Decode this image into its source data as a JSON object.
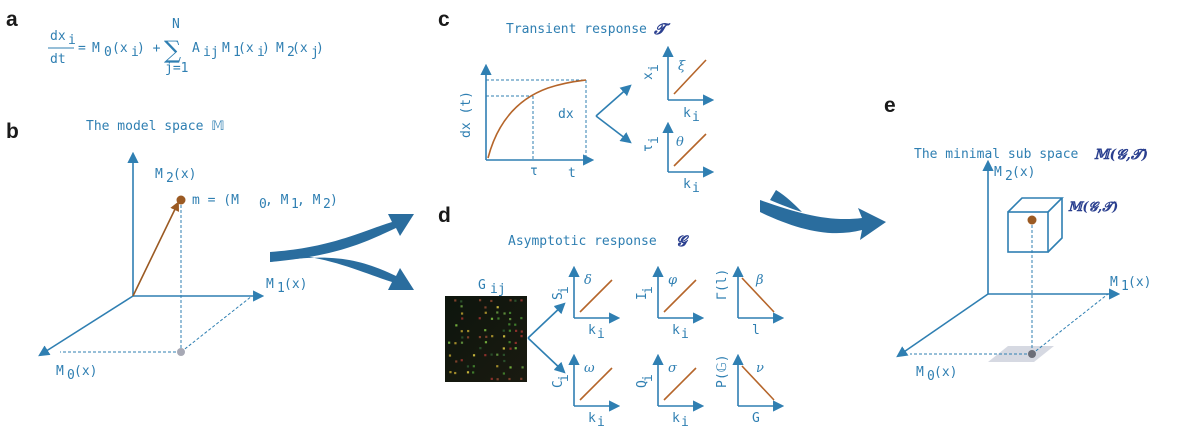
{
  "panel_labels": {
    "a": "a",
    "b": "b",
    "c": "c",
    "d": "d",
    "e": "e"
  },
  "equation": {
    "lhs_num": "dx",
    "lhs_num_sub": "i",
    "lhs_den": "dt",
    "eq": "=",
    "m0": "M",
    "m0_sub": "0",
    "x_i": "(x",
    "x_i_sub": "i",
    "plus": ")  +",
    "sum_top": "N",
    "sum_bottom": "j=1",
    "a": "A",
    "a_sub": "ij",
    "m1": "M",
    "m1_sub": "1",
    "m2": "M",
    "m2_sub": "2",
    "x_j_sub": "j"
  },
  "panel_b": {
    "title": "The model space 𝕄",
    "m2_axis": "M",
    "m2_sub": "2",
    "m2_x": "(x)",
    "m1_axis": "M",
    "m1_sub": "1",
    "m1_x": "(x)",
    "m0_axis": "M",
    "m0_sub": "0",
    "m0_x": "(x)",
    "point_label": "m = (M",
    "point_label_mid1": ", M",
    "point_label_mid2": ", M",
    "point_label_end": ")",
    "sub0": "0",
    "sub1": "1",
    "sub2": "2"
  },
  "panel_c": {
    "title": "Transient response",
    "title_symbol": "𝓣",
    "ylabel": "dx (t)",
    "xlabel": "t",
    "tau": "τ",
    "dx": "dx",
    "mini1": {
      "ylabel": "x",
      "ysub": "i",
      "xlabel": "k",
      "xsub": "i",
      "param": "ξ"
    },
    "mini2": {
      "ylabel": "τ",
      "ysub": "i",
      "xlabel": "k",
      "xsub": "i",
      "param": "θ"
    }
  },
  "panel_d": {
    "title": "Asymptotic response",
    "title_symbol": "𝓖",
    "matrix_label": "G",
    "matrix_sub": "ij",
    "minis": [
      {
        "ylabel": "S",
        "ysub": "i",
        "xlabel": "k",
        "xsub": "i",
        "param": "δ"
      },
      {
        "ylabel": "I",
        "ysub": "i",
        "xlabel": "k",
        "xsub": "i",
        "param": "φ"
      },
      {
        "ylabel": "Γ(l)",
        "ysub": "",
        "xlabel": "l",
        "xsub": "",
        "param": "β"
      },
      {
        "ylabel": "C",
        "ysub": "i",
        "xlabel": "k",
        "xsub": "i",
        "param": "ω"
      },
      {
        "ylabel": "Q",
        "ysub": "i",
        "xlabel": "k",
        "xsub": "i",
        "param": "σ"
      },
      {
        "ylabel": "P(𝔾)",
        "ysub": "",
        "xlabel": "G",
        "xsub": "",
        "param": "ν"
      }
    ]
  },
  "panel_e": {
    "title": "The minimal sub space",
    "title_symbol": "𝕄(𝓖,𝓣)",
    "box_label": "𝕄(𝓖,𝓣)",
    "m2_axis": "M",
    "m2_sub": "2",
    "m2_x": "(x)",
    "m1_axis": "M",
    "m1_sub": "1",
    "m1_x": "(x)",
    "m0_axis": "M",
    "m0_sub": "0",
    "m0_x": "(x)"
  },
  "colors": {
    "axis": "#2f7fb2",
    "curve": "#b5652a",
    "big_arrow": "#2a6d9e",
    "point": "#9b5a23"
  }
}
